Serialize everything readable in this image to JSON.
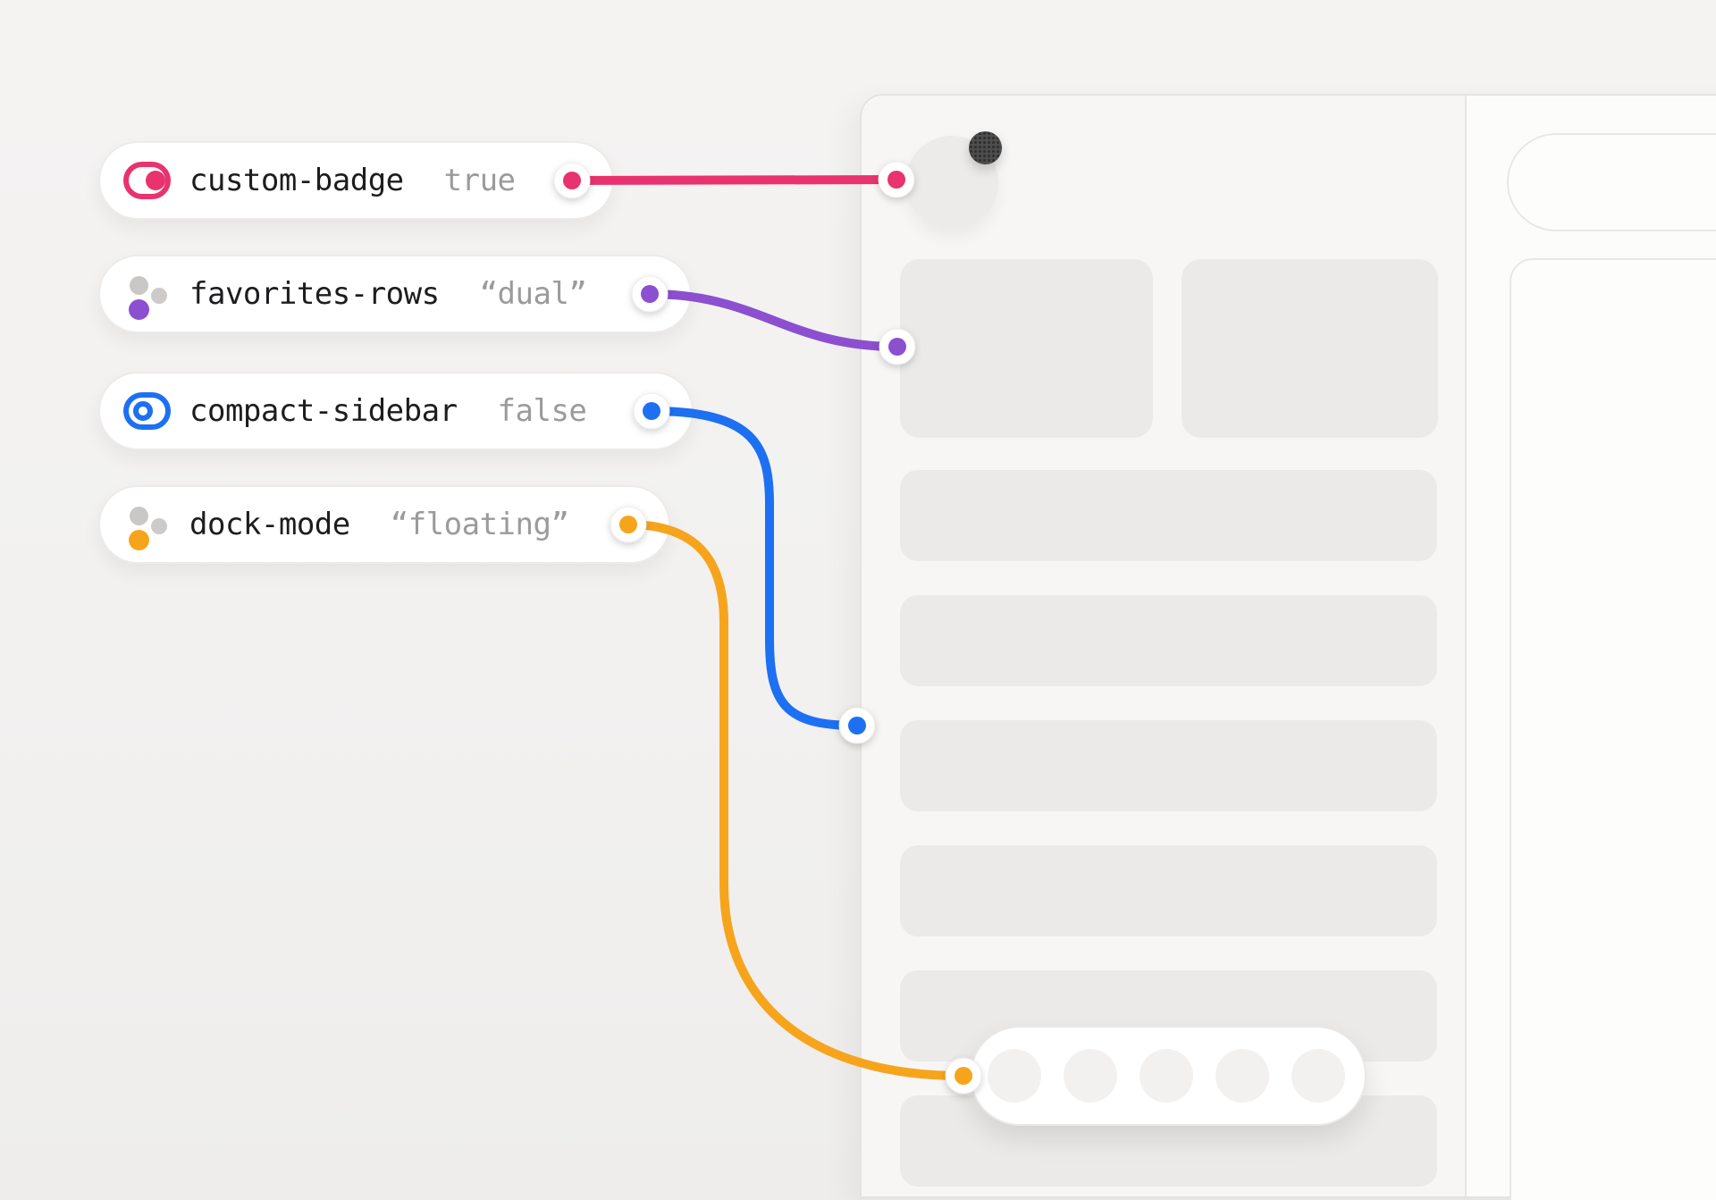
{
  "pills": [
    {
      "name": "custom-badge",
      "value": "true"
    },
    {
      "name": "favorites-rows",
      "value": "“dual”"
    },
    {
      "name": "compact-sidebar",
      "value": "false"
    },
    {
      "name": "dock-mode",
      "value": "“floating”"
    }
  ],
  "colors": {
    "pink": "#E8336E",
    "purple": "#8C4FD0",
    "blue": "#1D70F2",
    "orange": "#F7A41D"
  },
  "connectors": [
    {
      "property": "custom-badge",
      "color": "#E8336E",
      "target": "avatar-status-badge"
    },
    {
      "property": "favorites-rows",
      "color": "#8C4FD0",
      "target": "favorites-card-1"
    },
    {
      "property": "compact-sidebar",
      "color": "#1D70F2",
      "target": "sidebar-left-edge"
    },
    {
      "property": "dock-mode",
      "color": "#F7A41D",
      "target": "dock"
    }
  ],
  "mockup": {
    "favorites_cards": 2,
    "list_rows": 6,
    "dock_slots": 5
  }
}
